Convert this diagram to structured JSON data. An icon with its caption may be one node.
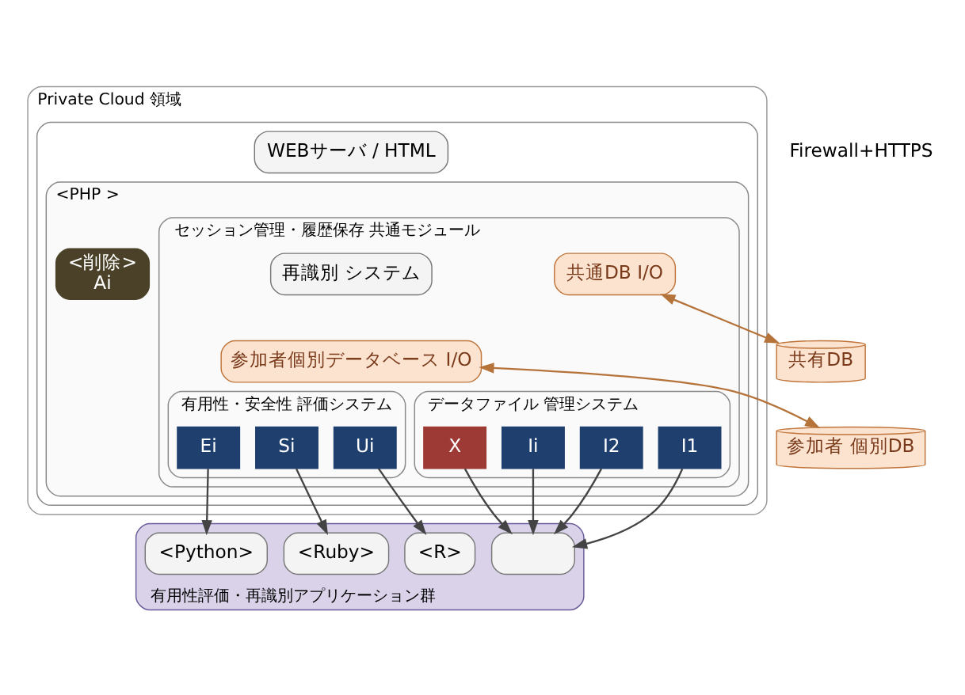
{
  "diagram": {
    "nodes": [
      {
        "text": [
          "Private Cloud 領域"
        ]
      },
      {
        "text": [],
        "shape": "box",
        "in": 0
      },
      {
        "text": [
          "WEBサーバ / HTML"
        ],
        "in": 1
      },
      {
        "text": [
          "<PHP >"
        ],
        "in": 1
      },
      {
        "text": [
          "セッション管理・履歴保存 共通モジュール"
        ],
        "in": 3
      },
      {
        "text": [
          "共通DB I/O"
        ],
        "in": 4
      },
      {
        "text": [
          "有用性・安全性 評価システム"
        ],
        "in": 4
      },
      {
        "text": [
          "データファイル 管理システム"
        ],
        "in": 4
      },
      {
        "text": [
          "再識別 システム"
        ],
        "in": 4
      },
      {
        "text": [
          "<削除>",
          "Ai"
        ],
        "in": 3
      },
      {
        "text": [
          "参加者個別データベース I/O"
        ],
        "in": 4
      },
      {
        "text": [
          "Ui"
        ],
        "in": 6
      },
      {
        "text": [
          "Si"
        ],
        "in": 6
      },
      {
        "text": [
          "Ei"
        ],
        "in": 6
      },
      {
        "text": [
          "I1"
        ],
        "in": 7
      },
      {
        "text": [
          "I2"
        ],
        "in": 7
      },
      {
        "text": [
          "Ii"
        ],
        "in": 7
      },
      {
        "text": [
          "X"
        ],
        "in": 7
      },
      {
        "text": [
          "有用性評価・再識別アプリケーション群"
        ]
      },
      {
        "text": [
          "<R>"
        ],
        "in": 18
      },
      {
        "text": [
          "<Ruby>"
        ],
        "in": 18
      },
      {
        "text": [
          "<Python>"
        ],
        "in": 18
      },
      {
        "text": [],
        "shape": "box",
        "in": 18
      },
      {
        "text": [
          "参加者 個別DB"
        ]
      },
      {
        "text": [
          "共有DB"
        ]
      }
    ],
    "edges": [
      {
        "from": 11,
        "to": 19,
        "arrow": "to"
      },
      {
        "from": 12,
        "to": 20,
        "arrow": "to"
      },
      {
        "from": 13,
        "to": 21,
        "arrow": "to"
      },
      {
        "from": 14,
        "to": 22,
        "arrow": "to"
      },
      {
        "from": 15,
        "to": 22,
        "arrow": "to"
      },
      {
        "from": 16,
        "to": 22,
        "arrow": "to"
      },
      {
        "from": 17,
        "to": 22,
        "arrow": "to"
      },
      {
        "from": 10,
        "to": 23,
        "arrow": "both",
        "color": "#b5733a"
      },
      {
        "from": 5,
        "to": 24,
        "arrow": "both",
        "color": "#b5733a"
      }
    ],
    "labels": [
      "Firewall+HTTPS"
    ]
  }
}
